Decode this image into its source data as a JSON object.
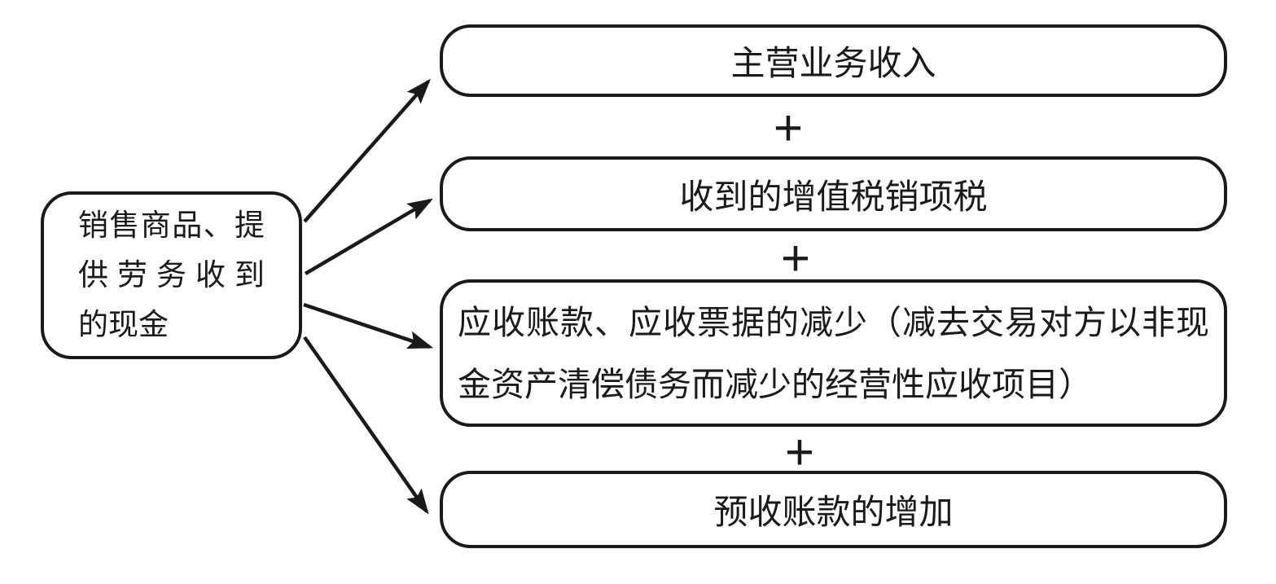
{
  "diagram": {
    "source": {
      "label": "销售商品、提供劳务收到的现金",
      "lines": [
        "销售商品、提",
        "供劳务收到",
        "的现金"
      ]
    },
    "targets": [
      {
        "label": "主营业务收入"
      },
      {
        "label": "收到的增值税销项税"
      },
      {
        "label": "应收账款、应收票据的减少（减去交易对方以非现金资产清偿债务而减少的经营性应收项目）"
      },
      {
        "label": "预收账款的增加"
      }
    ],
    "operators": [
      "+",
      "+",
      "+"
    ],
    "colors": {
      "line": "#1a1a1a",
      "background": "#ffffff",
      "text": "#1a1a1a"
    }
  }
}
